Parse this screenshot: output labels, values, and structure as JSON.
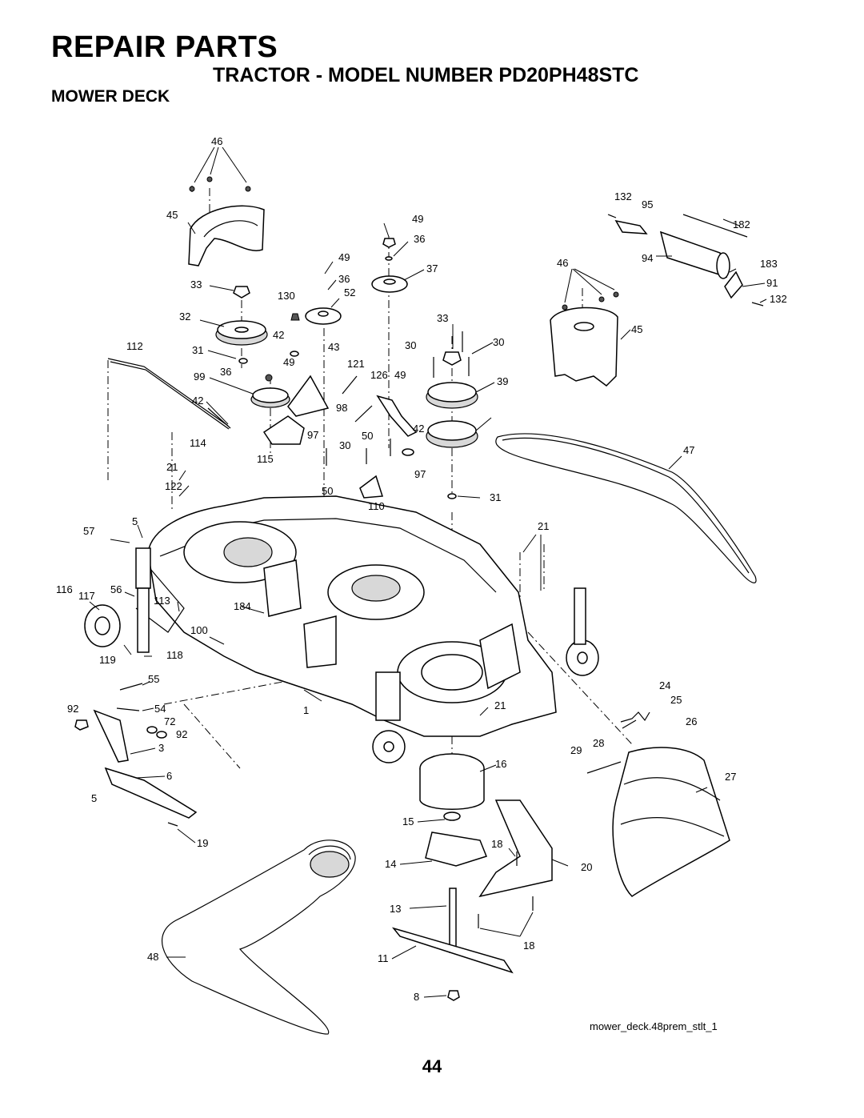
{
  "header": {
    "title": "REPAIR PARTS",
    "model": "TRACTOR - MODEL NUMBER PD20PH48STC",
    "section": "MOWER DECK"
  },
  "diagram": {
    "reference": "mower_deck.48prem_stlt_1",
    "callouts": [
      "46",
      "45",
      "49",
      "36",
      "37",
      "33",
      "130",
      "52",
      "32",
      "112",
      "31",
      "42",
      "43",
      "121",
      "126",
      "30",
      "39",
      "99",
      "98",
      "97",
      "50",
      "114",
      "115",
      "21",
      "122",
      "110",
      "47",
      "57",
      "5",
      "116",
      "117",
      "56",
      "113",
      "184",
      "100",
      "119",
      "118",
      "55",
      "92",
      "54",
      "72",
      "3",
      "6",
      "19",
      "1",
      "24",
      "25",
      "26",
      "29",
      "28",
      "27",
      "16",
      "15",
      "14",
      "18",
      "20",
      "13",
      "11",
      "8",
      "48",
      "132",
      "95",
      "182",
      "94",
      "183",
      "91"
    ]
  },
  "page_number": "44"
}
